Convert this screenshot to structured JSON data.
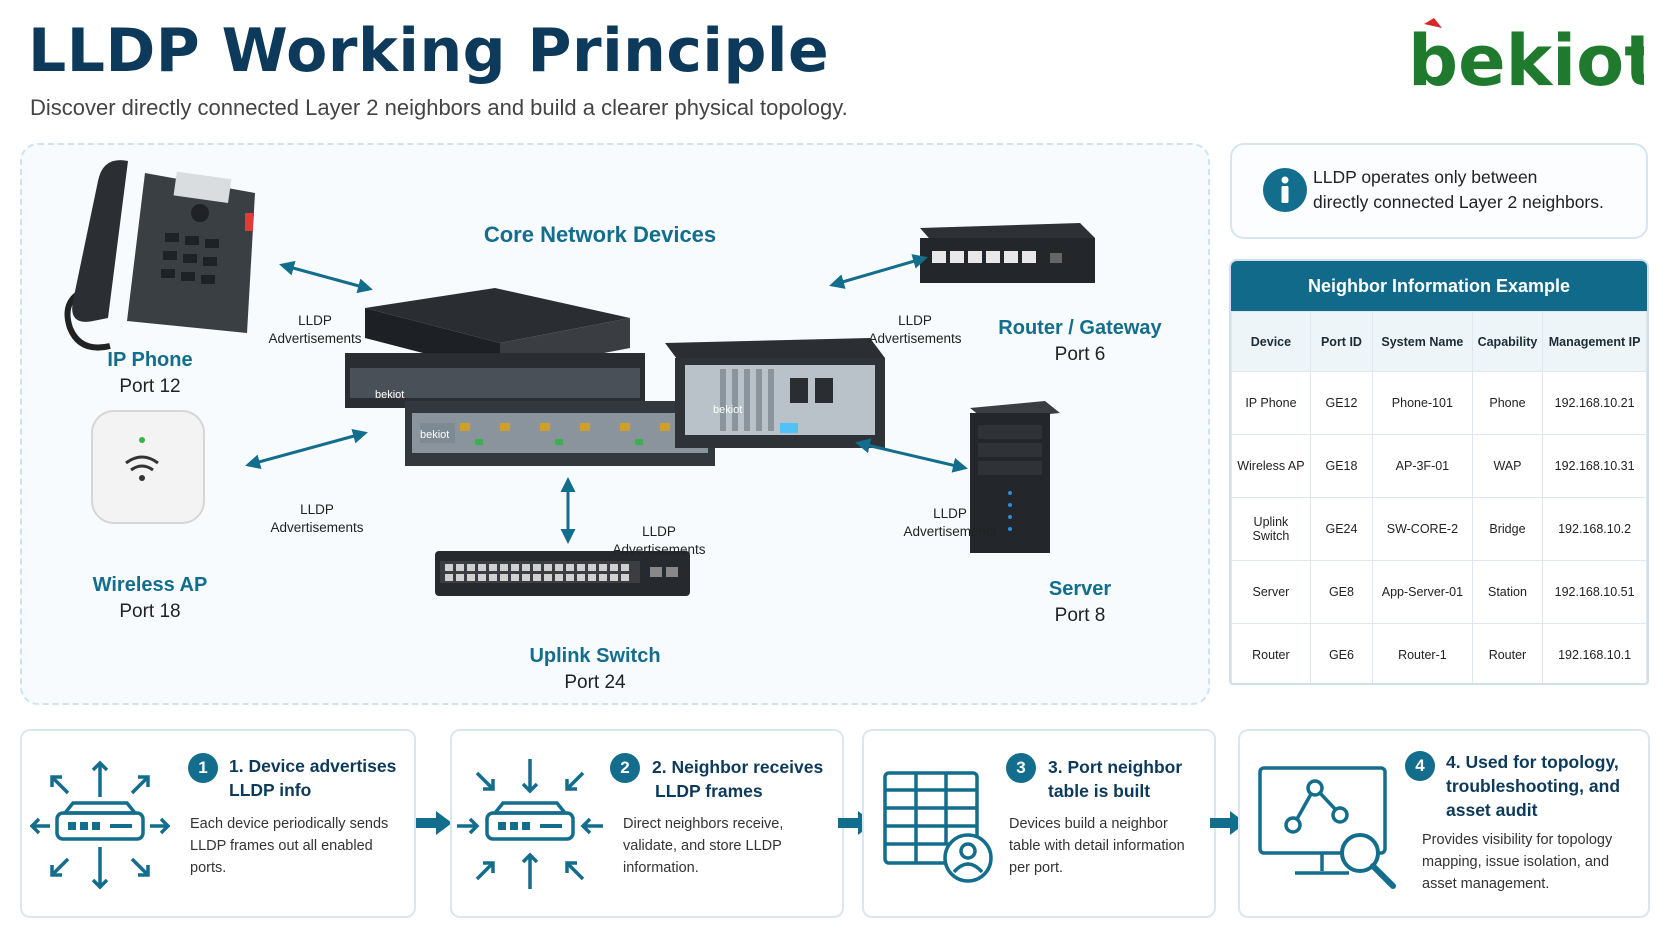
{
  "header": {
    "title": "LLDP Working Principle",
    "subtitle": "Discover directly connected Layer 2 neighbors and build a clearer physical topology.",
    "logo_text": "bekiot"
  },
  "diagram": {
    "core_title": "Core Network Devices",
    "advert_label_line1": "LLDP",
    "advert_label_line2": "Advertisements",
    "devices": [
      {
        "name": "IP Phone",
        "port": "Port 12"
      },
      {
        "name": "Wireless AP",
        "port": "Port 18"
      },
      {
        "name": "Uplink Switch",
        "port": "Port 24"
      },
      {
        "name": "Router / Gateway",
        "port": "Port 6"
      },
      {
        "name": "Server",
        "port": "Port 8"
      }
    ],
    "device_brand": "bekiot"
  },
  "info": {
    "line1": "LLDP operates only between",
    "line2": "directly connected Layer 2 neighbors."
  },
  "neighbor_table": {
    "title": "Neighbor Information Example",
    "columns": [
      "Device",
      "Port ID",
      "System Name",
      "Capability",
      "Management IP"
    ],
    "rows": [
      [
        "IP Phone",
        "GE12",
        "Phone-101",
        "Phone",
        "192.168.10.21"
      ],
      [
        "Wireless AP",
        "GE18",
        "AP-3F-01",
        "WAP",
        "192.168.10.31"
      ],
      [
        "Uplink Switch",
        "GE24",
        "SW-CORE-2",
        "Bridge",
        "192.168.10.2"
      ],
      [
        "Server",
        "GE8",
        "App-Server-01",
        "Station",
        "192.168.10.51"
      ],
      [
        "Router",
        "GE6",
        "Router-1",
        "Router",
        "192.168.10.1"
      ]
    ]
  },
  "steps": [
    {
      "num": "1",
      "title_l1": "1. Device advertises",
      "title_l2": "LLDP info",
      "title_l3": "",
      "desc_l1": "Each device periodically sends",
      "desc_l2": "LLDP frames out all enabled",
      "desc_l3": "ports."
    },
    {
      "num": "2",
      "title_l1": "2. Neighbor receives",
      "title_l2": "LLDP frames",
      "title_l3": "",
      "desc_l1": "Direct neighbors receive,",
      "desc_l2": "validate, and store LLDP",
      "desc_l3": "information."
    },
    {
      "num": "3",
      "title_l1": "3. Port neighbor",
      "title_l2": "table is built",
      "title_l3": "",
      "desc_l1": "Devices build a neighbor",
      "desc_l2": "table with detail information",
      "desc_l3": "per port."
    },
    {
      "num": "4",
      "title_l1": "4. Used for topology,",
      "title_l2": "troubleshooting, and",
      "title_l3": "asset audit",
      "desc_l1": "Provides visibility for topology",
      "desc_l2": "mapping, issue isolation, and",
      "desc_l3": "asset management."
    }
  ],
  "colors": {
    "primary": "#136d8c",
    "dark": "#0d3a5a",
    "brand_green": "#1f7a2e",
    "brand_red": "#d62828"
  }
}
